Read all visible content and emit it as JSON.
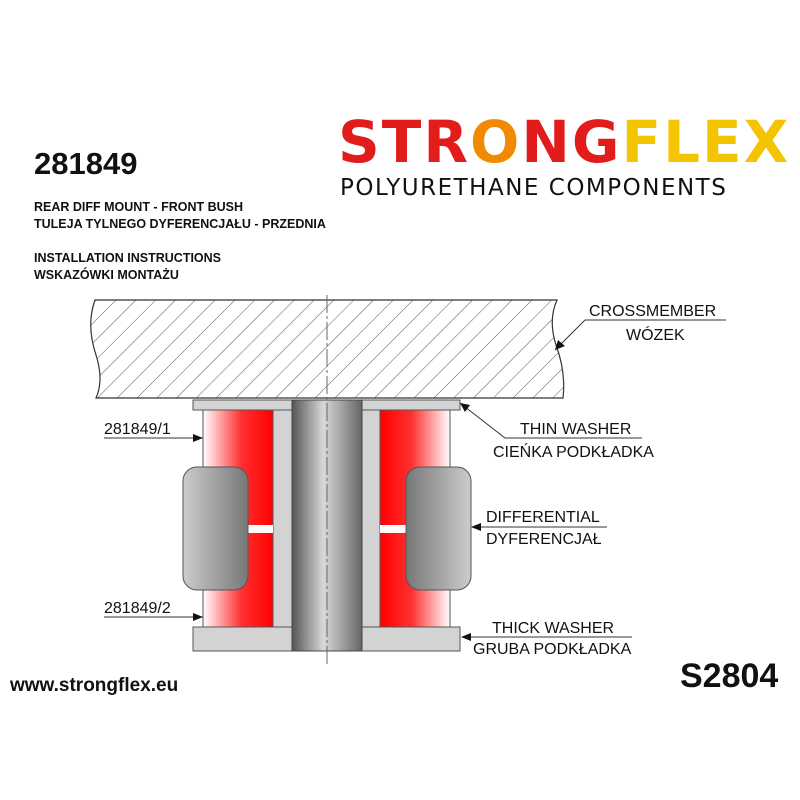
{
  "header": {
    "part_number": "281849",
    "title_en": "REAR DIFF MOUNT - FRONT BUSH",
    "title_pl": "TULEJA TYLNEGO DYFERENCJAŁU - PRZEDNIA",
    "instructions_en": "INSTALLATION INSTRUCTIONS",
    "instructions_pl": "WSKAZÓWKI MONTAŻU"
  },
  "logo": {
    "brand_red": "STR",
    "brand_o": "O",
    "brand_red2": "NG",
    "brand_yellow": "FLEX",
    "tagline": "POLYURETHANE COMPONENTS"
  },
  "labels": {
    "bush_upper": "281849/1",
    "bush_lower": "281849/2",
    "crossmember_en": "CROSSMEMBER",
    "crossmember_pl": "WÓZEK",
    "thin_washer_en": "THIN WASHER",
    "thin_washer_pl": "CIEŃKA PODKŁADKA",
    "differential_en": "DIFFERENTIAL",
    "differential_pl": "DYFERENCJAŁ",
    "thick_washer_en": "THICK WASHER",
    "thick_washer_pl": "GRUBA PODKŁADKA"
  },
  "footer": {
    "website": "www.strongflex.eu",
    "kit_code": "S2804"
  },
  "colors": {
    "poly_red": "#ff1010",
    "metal_gray": "#d3d3d3",
    "brand_yellow": "#f5c400"
  }
}
